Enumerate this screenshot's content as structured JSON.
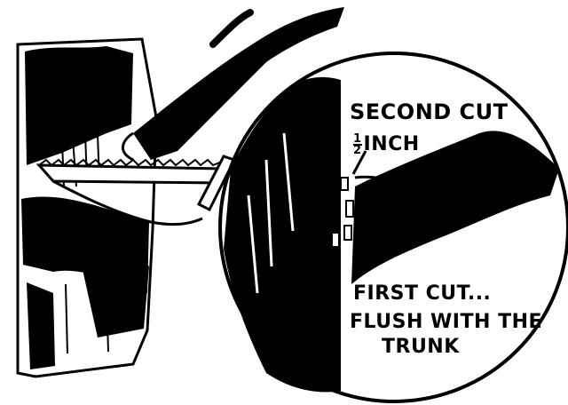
{
  "labels": {
    "second_cut": "SECOND CUT",
    "fraction_numerator": "1",
    "fraction_denominator": "2",
    "inch": "INCH",
    "first_cut_line1": "FIRST CUT...",
    "first_cut_line2": "FLUSH WITH THE",
    "first_cut_line3": "TRUNK"
  },
  "colors": {
    "ink": "#000000",
    "paper": "#ffffff"
  }
}
